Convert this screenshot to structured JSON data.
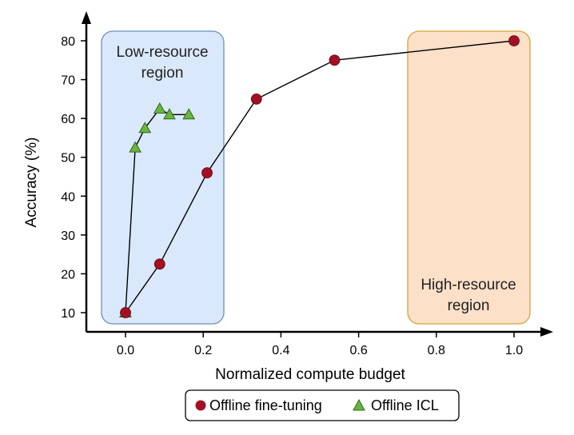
{
  "chart_data": {
    "type": "line",
    "xlabel": "Normalized compute budget",
    "ylabel": "Accuracy (%)",
    "xlim": [
      -0.1,
      1.07
    ],
    "ylim": [
      6,
      84
    ],
    "xticks": [
      "0.0",
      "0.2",
      "0.4",
      "0.6",
      "0.8",
      "1.0"
    ],
    "yticks": [
      "10",
      "20",
      "30",
      "40",
      "50",
      "60",
      "70",
      "80"
    ],
    "grid": false,
    "legend_position": "bottom-center",
    "series": [
      {
        "name": "Offline fine-tuning",
        "marker": "circle",
        "color": "#a50f23",
        "x": [
          0.0,
          0.088,
          0.21,
          0.337,
          0.538,
          1.0
        ],
        "y": [
          10,
          22.5,
          46,
          65,
          75,
          80
        ]
      },
      {
        "name": "Offline ICL",
        "marker": "triangle",
        "color": "#6db33f",
        "x": [
          0.0,
          0.025,
          0.05,
          0.088,
          0.113,
          0.163
        ],
        "y": [
          10,
          52.5,
          57.5,
          62.5,
          61,
          61
        ]
      }
    ],
    "annotations": [
      {
        "name": "low-resource",
        "text_lines": [
          "Low-resource",
          "region"
        ],
        "fill": "#dae8fc",
        "stroke": "#6c8ebf"
      },
      {
        "name": "high-resource",
        "text_lines": [
          "High-resource",
          "region"
        ],
        "fill": "#fde0c8",
        "stroke": "#d6a33a"
      }
    ]
  }
}
